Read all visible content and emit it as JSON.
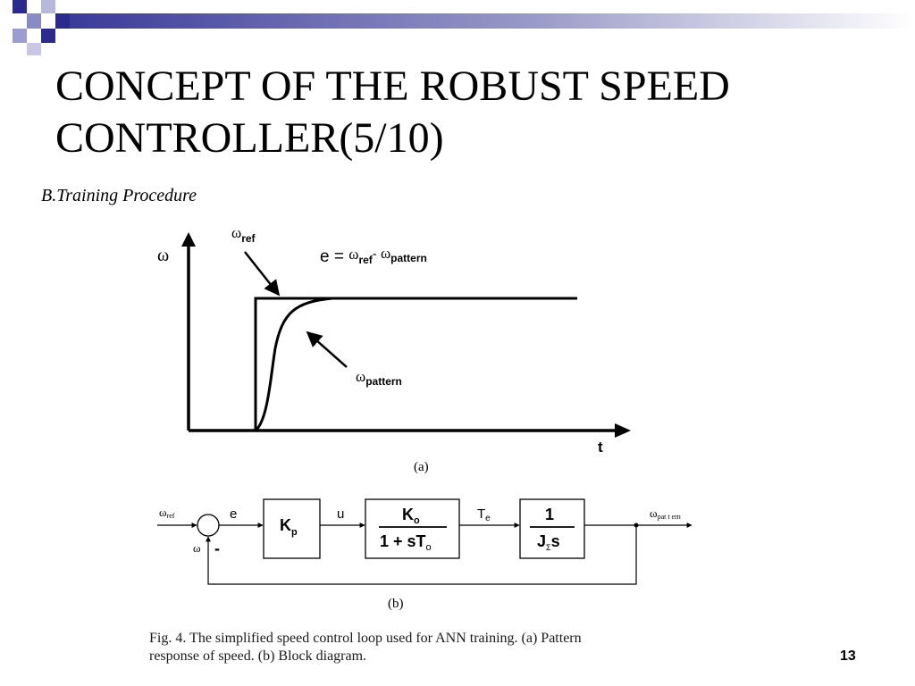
{
  "slide": {
    "title_line1": "CONCEPT OF THE ROBUST SPEED",
    "title_line2": "CONTROLLER(5/10)",
    "subtitle": "B.Training Procedure",
    "page_number": "13",
    "accent_color": "#2b2b8f"
  },
  "figure": {
    "caption_line1": "Fig. 4.   The simplified speed control loop used for ANN training. (a) Pattern",
    "caption_line2": "response of speed. (b) Block diagram.",
    "panel_a": {
      "label": "(a)",
      "y_axis": "ω",
      "x_axis": "t",
      "ref_sym": "ω",
      "ref_sub": "ref",
      "pattern_sym": "ω",
      "pattern_sub": "pattern",
      "eq_e": "e = ",
      "eq_w1": "ω",
      "eq_sub1": "ref",
      "eq_minus": "- ",
      "eq_w2": "ω",
      "eq_sub2": "pattern"
    },
    "panel_b": {
      "label": "(b)",
      "input_sym": "ω",
      "input_sub": "ref",
      "error_label": "e",
      "feedback_label": "ω",
      "minus_sign": "-",
      "kp_main": "K",
      "kp_sub": "p",
      "u_label": "u",
      "ko_num_main": "K",
      "ko_num_sub": "o",
      "ko_den_main": "1 + sT",
      "ko_den_sub": "o",
      "te_main": "T",
      "te_sub": "e",
      "j_num": "1",
      "j_den_main": "J",
      "j_den_sub": "Σ",
      "j_den_s": "s",
      "output_sym": "ω",
      "output_sub": "pat t ern"
    }
  }
}
